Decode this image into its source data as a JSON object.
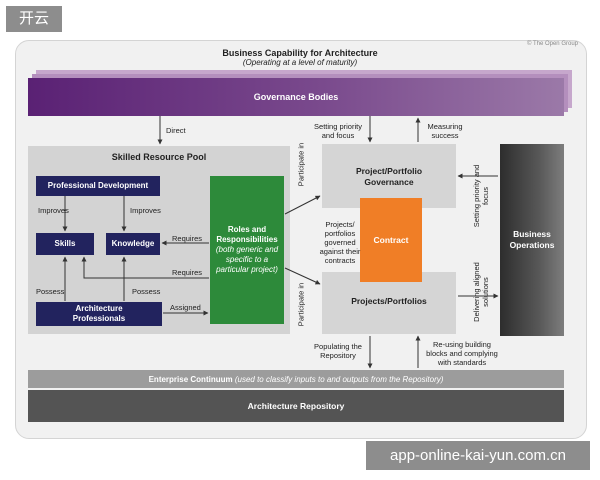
{
  "watermark_top": "开云",
  "watermark_bottom": "app-online-kai-yun.com.cn",
  "copyright": "© The Open Group",
  "title": "Business Capability for Architecture",
  "subtitle": "(Operating at a level of maturity)",
  "boxes": {
    "governance": "Governance Bodies",
    "pool_title": "Skilled Resource Pool",
    "professional_development": "Professional Development",
    "skills": "Skills",
    "knowledge": "Knowledge",
    "architecture_professionals": "Architecture Professionals",
    "roles_title": "Roles and Responsibilities",
    "roles_subtitle": "(both generic and specific to a particular project)",
    "project_governance": "Project/Portfolio Governance",
    "contract": "Contract",
    "projects": "Projects/Portfolios",
    "business_operations": "Business Operations",
    "continuum_bold": "Enterprise Continuum",
    "continuum_italic": "(used to classify inputs to and outputs from the Repository)",
    "repository": "Architecture Repository"
  },
  "labels": {
    "direct": "Direct",
    "improves_left": "Improves",
    "improves_right": "Improves",
    "requires_knowledge": "Requires",
    "requires_skills": "Requires",
    "possess_left": "Possess",
    "possess_right": "Possess",
    "assigned": "Assigned",
    "participate_top": "Participate in",
    "participate_bottom": "Participate in",
    "setting_priority": "Setting priority and focus",
    "measuring_success": "Measuring success",
    "governed_contracts": "Projects/ portfolios governed against their contracts",
    "setting_priority_right": "Setting priority and focus",
    "delivering_solutions": "Delivering aligned solutions",
    "populating": "Populating the Repository",
    "reusing": "Re-using building blocks and complying with standards"
  },
  "colors": {
    "governance": "#6b3584",
    "navy": "#22235e",
    "green": "#2d8a3a",
    "orange": "#f07e26",
    "dark_gray": "#545454",
    "light_gray": "#d5d5d5"
  }
}
